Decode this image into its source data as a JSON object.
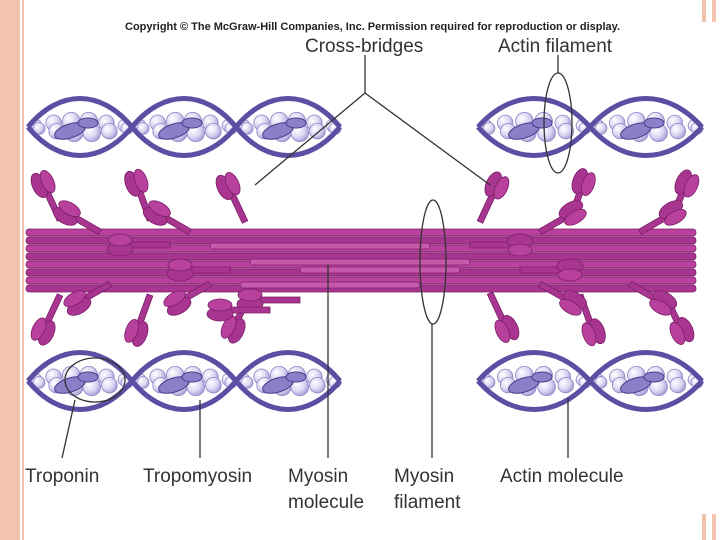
{
  "copyright": "Copyright © The McGraw-Hill Companies, Inc. Permission required for reproduction or display.",
  "labels": {
    "cross_bridges": "Cross-bridges",
    "actin_filament": "Actin filament",
    "troponin": "Troponin",
    "tropomyosin": "Tropomyosin",
    "myosin_molecule_1": "Myosin",
    "myosin_molecule_2": "molecule",
    "myosin_filament_1": "Myosin",
    "myosin_filament_2": "filament",
    "actin_molecule": "Actin molecule"
  },
  "colors": {
    "slide_border": "#f4c3b0",
    "myosin": "#a8358f",
    "myosin_dark": "#7c1f69",
    "actin_bead": "#d9d4f2",
    "actin_outline": "#4a3c8c",
    "tropomyosin": "#5a4fa3",
    "troponin": "#8a7fc8"
  }
}
